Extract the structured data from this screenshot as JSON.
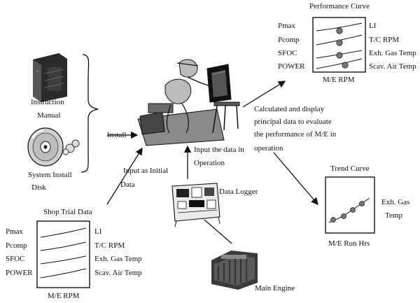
{
  "performance_curve": {
    "title": "Performance Curve",
    "left_labels": [
      "Pmax",
      "Pcomp",
      "SFOC",
      "POWER"
    ],
    "right_labels": [
      "LI",
      "T/C RPM",
      "Exh. Gas Temp",
      "Scav. Air Temp"
    ],
    "x_label": "M/E RPM"
  },
  "instruction_manual": {
    "line1": "Instruction",
    "line2": "Manual"
  },
  "system_install_disk": {
    "line1": "System  Install",
    "line2": "Disk"
  },
  "install_label": "Install",
  "calculated_text": {
    "line1": "Calculated   and   display",
    "line2": "principal data to evaluate",
    "line3": "the performance of M/E in",
    "line4": "operation"
  },
  "input_operation": {
    "line1": "Input the data in",
    "line2": "Operation"
  },
  "input_initial": {
    "line1": "Input as Initial",
    "line2": "Data"
  },
  "data_logger": "Data Logger",
  "trend_curve": {
    "title": "Trend Curve",
    "right_line1": "Exh. Gas",
    "right_line2": "Temp",
    "x_label": "M/E Run Hrs"
  },
  "shop_trial": {
    "title": "Shop Trial Data",
    "left_labels": [
      "Pmax",
      "Pcomp",
      "SFOC",
      "POWER"
    ],
    "right_labels": [
      "LI",
      "T/C RPM",
      "Exh. Gas Temp",
      "Scav. Air Temp"
    ],
    "x_label": "M/E RPM"
  },
  "main_engine": "Main Engine"
}
